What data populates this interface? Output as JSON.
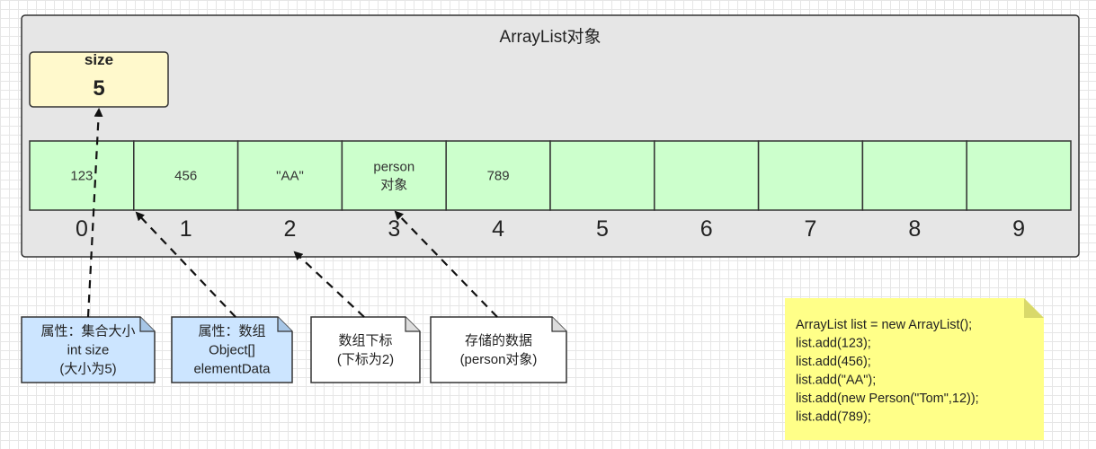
{
  "title": "ArrayList对象",
  "size_box": {
    "label": "size",
    "value": "5"
  },
  "cells": [
    {
      "index": "0",
      "lines": [
        "123"
      ]
    },
    {
      "index": "1",
      "lines": [
        "456"
      ]
    },
    {
      "index": "2",
      "lines": [
        "\"AA\""
      ]
    },
    {
      "index": "3",
      "lines": [
        "person",
        "对象"
      ]
    },
    {
      "index": "4",
      "lines": [
        "789"
      ]
    },
    {
      "index": "5",
      "lines": []
    },
    {
      "index": "6",
      "lines": []
    },
    {
      "index": "7",
      "lines": []
    },
    {
      "index": "8",
      "lines": []
    },
    {
      "index": "9",
      "lines": []
    }
  ],
  "notes": [
    {
      "lines": [
        "属性：集合大小",
        "int size",
        "(大小为5)"
      ],
      "style": "blue",
      "points_to": "size"
    },
    {
      "lines": [
        "属性：数组",
        "Object[]",
        "elementData"
      ],
      "style": "blue",
      "points_to": "cell-1"
    },
    {
      "lines": [
        "数组下标",
        "(下标为2)"
      ],
      "style": "white",
      "points_to": "index-2"
    },
    {
      "lines": [
        "存储的数据",
        "(person对象)"
      ],
      "style": "white",
      "points_to": "cell-3"
    }
  ],
  "code_note": {
    "lines": [
      "ArrayList list = new ArrayList();",
      "list.add(123);",
      "list.add(456);",
      "list.add(\"AA\");",
      "list.add(new Person(\"Tom\",12));",
      "list.add(789);"
    ]
  },
  "colors": {
    "container_fill": "#e6e6e6",
    "size_fill": "#fff9cc",
    "cell_fill": "#ccffcc",
    "note_blue": "#cce5ff",
    "note_white": "#ffffff",
    "code_note_fill": "#ffff88",
    "stroke": "#333333"
  }
}
